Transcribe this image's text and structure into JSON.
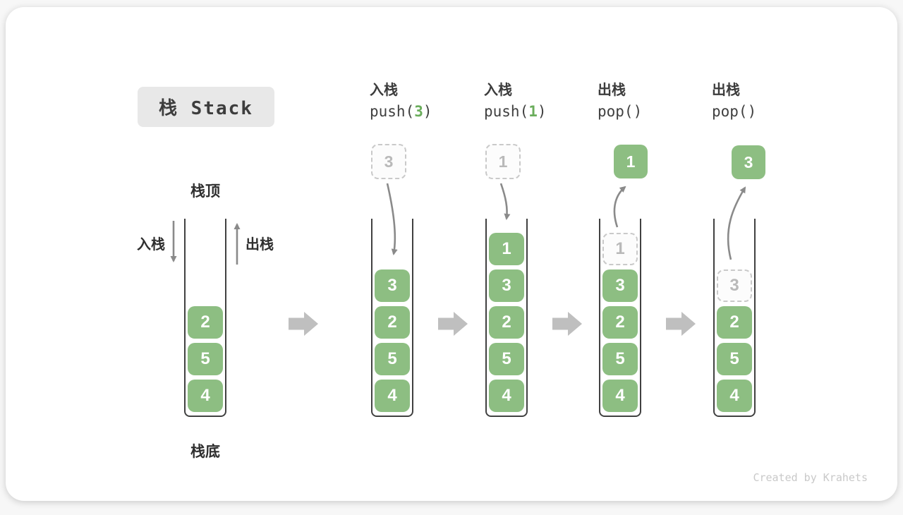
{
  "title": {
    "label": "栈 Stack"
  },
  "side_labels": {
    "stack_top": "栈顶",
    "stack_bottom": "栈底",
    "push_in": "入栈",
    "pop_out": "出栈"
  },
  "watermark": "Created by Krahets",
  "colors": {
    "block_green": "#8dbe82",
    "arg_green": "#6aad5b",
    "ghost_border": "#c9c9c9",
    "curve_arrow_gray": "#8a8a8a",
    "flow_arrow_gray": "#bfbfbf",
    "title_bg": "#e8e8e8"
  },
  "columns": [
    {
      "id": "initial",
      "header": null,
      "floating": null,
      "cells": [
        {
          "v": "2",
          "t": "solid"
        },
        {
          "v": "5",
          "t": "solid"
        },
        {
          "v": "4",
          "t": "solid"
        }
      ]
    },
    {
      "id": "push-3",
      "header": {
        "op": "入栈",
        "call_prefix": "push(",
        "arg": "3",
        "call_suffix": ")"
      },
      "floating": {
        "value": "3",
        "variant": "ghost"
      },
      "cells": [
        {
          "v": "3",
          "t": "solid"
        },
        {
          "v": "2",
          "t": "solid"
        },
        {
          "v": "5",
          "t": "solid"
        },
        {
          "v": "4",
          "t": "solid"
        }
      ]
    },
    {
      "id": "push-1",
      "header": {
        "op": "入栈",
        "call_prefix": "push(",
        "arg": "1",
        "call_suffix": ")"
      },
      "floating": {
        "value": "1",
        "variant": "ghost"
      },
      "cells": [
        {
          "v": "1",
          "t": "solid"
        },
        {
          "v": "3",
          "t": "solid"
        },
        {
          "v": "2",
          "t": "solid"
        },
        {
          "v": "5",
          "t": "solid"
        },
        {
          "v": "4",
          "t": "solid"
        }
      ]
    },
    {
      "id": "pop-1",
      "header": {
        "op": "出栈",
        "call_prefix": "pop(",
        "arg": "",
        "call_suffix": ")"
      },
      "floating": {
        "value": "1",
        "variant": "solid"
      },
      "cells": [
        {
          "v": "1",
          "t": "ghost"
        },
        {
          "v": "3",
          "t": "solid"
        },
        {
          "v": "2",
          "t": "solid"
        },
        {
          "v": "5",
          "t": "solid"
        },
        {
          "v": "4",
          "t": "solid"
        }
      ]
    },
    {
      "id": "pop-3",
      "header": {
        "op": "出栈",
        "call_prefix": "pop(",
        "arg": "",
        "call_suffix": ")"
      },
      "floating": {
        "value": "3",
        "variant": "solid"
      },
      "cells": [
        {
          "v": "3",
          "t": "ghost"
        },
        {
          "v": "2",
          "t": "solid"
        },
        {
          "v": "5",
          "t": "solid"
        },
        {
          "v": "4",
          "t": "solid"
        }
      ]
    }
  ]
}
